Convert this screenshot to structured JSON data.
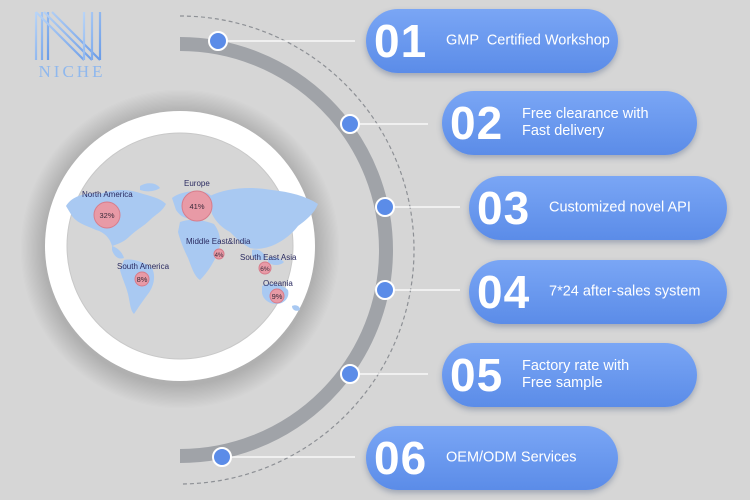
{
  "logo": {
    "text": "NICHE",
    "colors": {
      "primary": "#8fb8ee",
      "secondary": "#5b8ce8"
    }
  },
  "map": {
    "regions": [
      {
        "name": "North America",
        "percent": "32%"
      },
      {
        "name": "Europe",
        "percent": "41%"
      },
      {
        "name": "Middle East&India",
        "percent": "4%"
      },
      {
        "name": "South East Asia",
        "percent": "6%"
      },
      {
        "name": "South America",
        "percent": "8%"
      },
      {
        "name": "Oceania",
        "percent": "9%"
      }
    ],
    "colors": {
      "land": "#a9c9f2",
      "bubble": "#e89aa6",
      "bubble_stroke": "#d77c8b"
    }
  },
  "features": [
    {
      "number": "01",
      "lines": [
        "GMP  Certified Workshop"
      ]
    },
    {
      "number": "02",
      "lines": [
        "Free clearance with",
        "Fast delivery"
      ]
    },
    {
      "number": "03",
      "lines": [
        "Customized novel API"
      ]
    },
    {
      "number": "04",
      "lines": [
        "7*24 after-sales system"
      ]
    },
    {
      "number": "05",
      "lines": [
        "Factory rate with",
        "Free sample"
      ]
    },
    {
      "number": "06",
      "lines": [
        "OEM/ODM Services"
      ]
    }
  ],
  "colors": {
    "background": "#d6d6d6",
    "pill": "#5b8ce8",
    "arc": "#9ea1a6",
    "dot": "#5b8ce8",
    "ring": "#ffffff"
  }
}
